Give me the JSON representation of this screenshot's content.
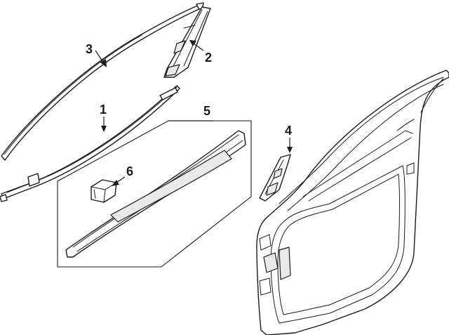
{
  "callouts": [
    {
      "id": "callout-1",
      "label": "1"
    },
    {
      "id": "callout-2",
      "label": "2"
    },
    {
      "id": "callout-3",
      "label": "3"
    },
    {
      "id": "callout-4",
      "label": "4"
    },
    {
      "id": "callout-5",
      "label": "5"
    },
    {
      "id": "callout-6",
      "label": "6"
    }
  ],
  "colors": {
    "line": "#1a1a1a",
    "background": "#ffffff",
    "shade": "#e9e9e9"
  }
}
